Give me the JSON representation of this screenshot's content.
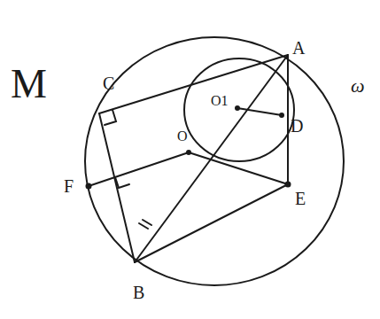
{
  "diagram": {
    "labels": [
      "M",
      "C",
      "A",
      "ω",
      "D",
      "E",
      "F",
      "B",
      "O1",
      "O"
    ]
  }
}
